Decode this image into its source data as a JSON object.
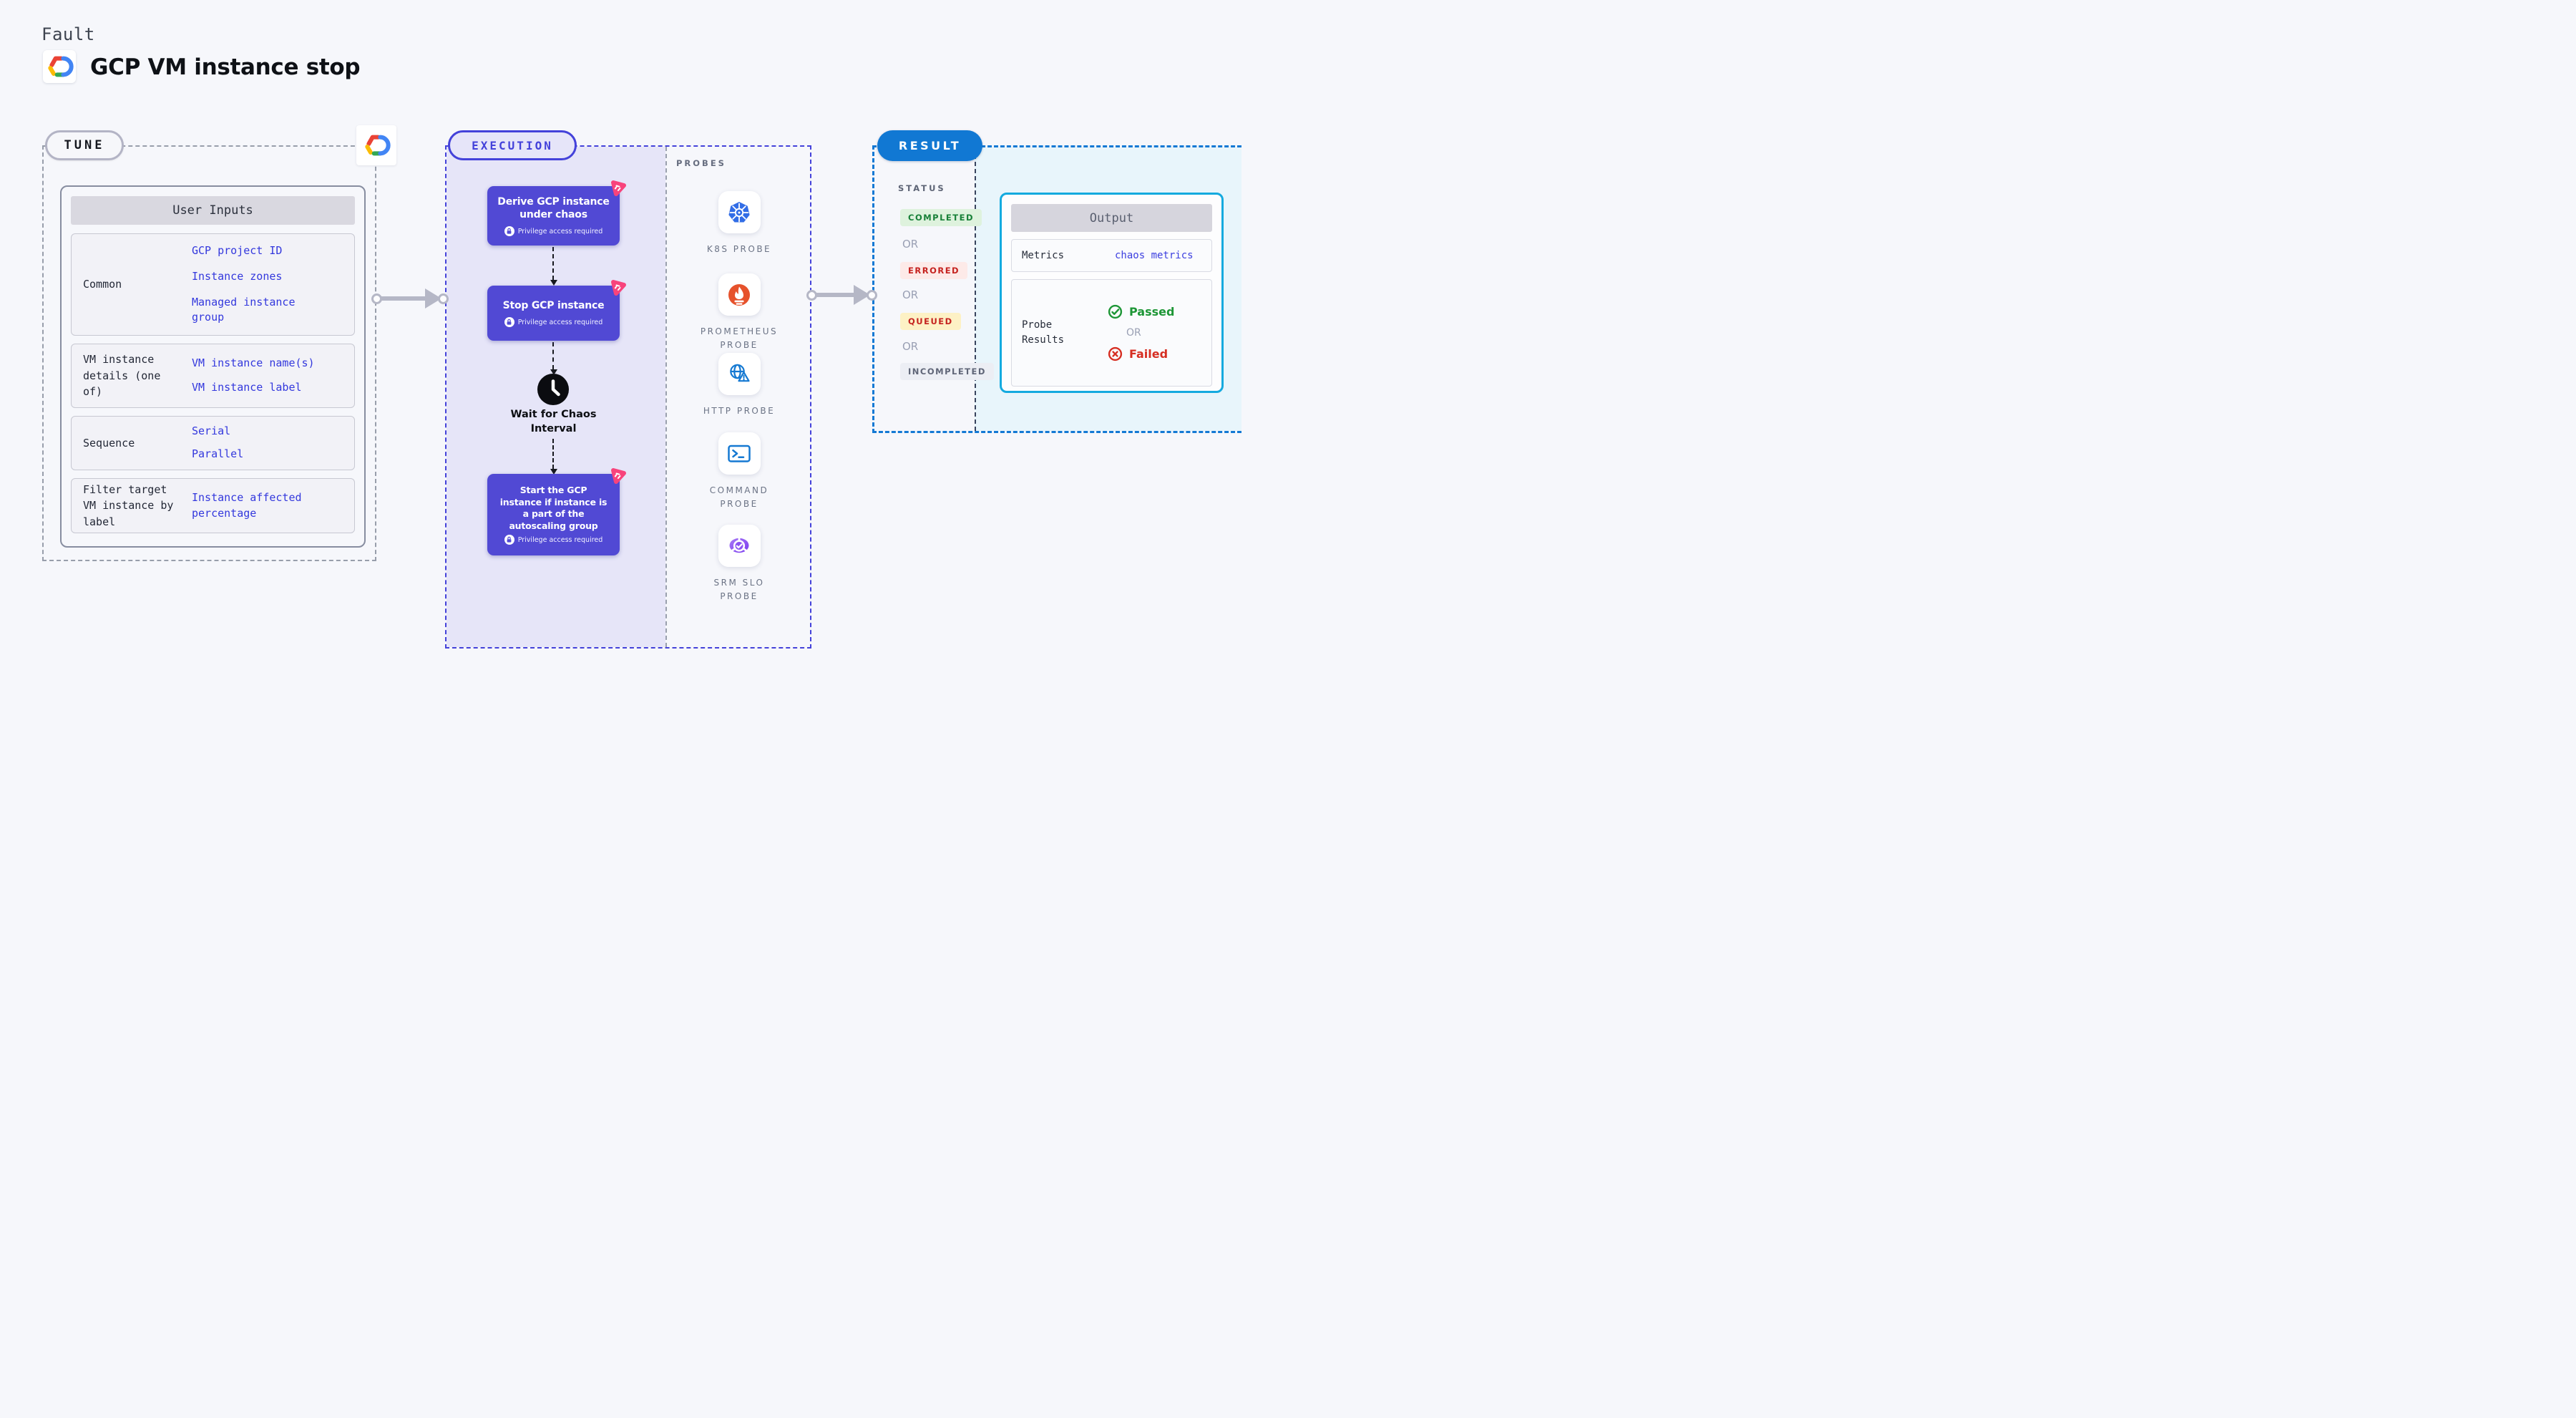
{
  "page": {
    "kicker": "Fault",
    "title": "GCP VM instance stop"
  },
  "tune": {
    "badge": "TUNE",
    "table": {
      "header": "User Inputs",
      "rows": [
        {
          "label": "Common",
          "values": [
            "GCP project ID",
            "Instance zones",
            "Managed instance\ngroup"
          ]
        },
        {
          "label": "VM instance\ndetails (one\nof)",
          "values": [
            "VM instance name(s)",
            "VM instance label"
          ]
        },
        {
          "label": "Sequence",
          "values": [
            "Serial",
            "Parallel"
          ]
        },
        {
          "label": "Filter target\nVM instance by\nlabel",
          "values": [
            "Instance affected\npercentage"
          ]
        }
      ]
    }
  },
  "execution": {
    "badge": "EXECUTION",
    "privilege_label": "Privilege access required",
    "steps": [
      {
        "title": "Derive GCP instance\nunder chaos"
      },
      {
        "title": "Stop GCP instance"
      },
      {
        "title": "Start the GCP\ninstance if instance is\na part of the\nautoscaling group"
      }
    ],
    "wait_label": "Wait for Chaos\nInterval"
  },
  "probes": {
    "label": "PROBES",
    "items": [
      {
        "name": "K8S PROBE",
        "icon": "kubernetes-icon"
      },
      {
        "name": "PROMETHEUS\nPROBE",
        "icon": "prometheus-icon"
      },
      {
        "name": "HTTP PROBE",
        "icon": "globe-warning-icon"
      },
      {
        "name": "COMMAND\nPROBE",
        "icon": "terminal-icon"
      },
      {
        "name": "SRM SLO\nPROBE",
        "icon": "gauge-check-icon"
      }
    ]
  },
  "result": {
    "badge": "RESULT",
    "status_label": "STATUS",
    "or_label": "OR",
    "statuses": [
      {
        "label": "COMPLETED",
        "type": "success"
      },
      {
        "label": "ERRORED",
        "type": "error"
      },
      {
        "label": "QUEUED",
        "type": "warning"
      },
      {
        "label": "INCOMPLETED",
        "type": "neutral"
      }
    ],
    "output": {
      "header": "Output",
      "metrics_label": "Metrics",
      "metrics_value": "chaos metrics",
      "probe_results_label": "Probe\nResults",
      "passed_label": "Passed",
      "failed_label": "Failed"
    }
  },
  "colors": {
    "accent_indigo": "#4442da",
    "step_purple": "#5149d4",
    "result_blue": "#1178d3",
    "link_blue": "#3338dd",
    "success_green": "#188038",
    "error_red": "#c5221f",
    "chaos_pink": "#f8437c",
    "output_border_cyan": "#14aadf"
  }
}
